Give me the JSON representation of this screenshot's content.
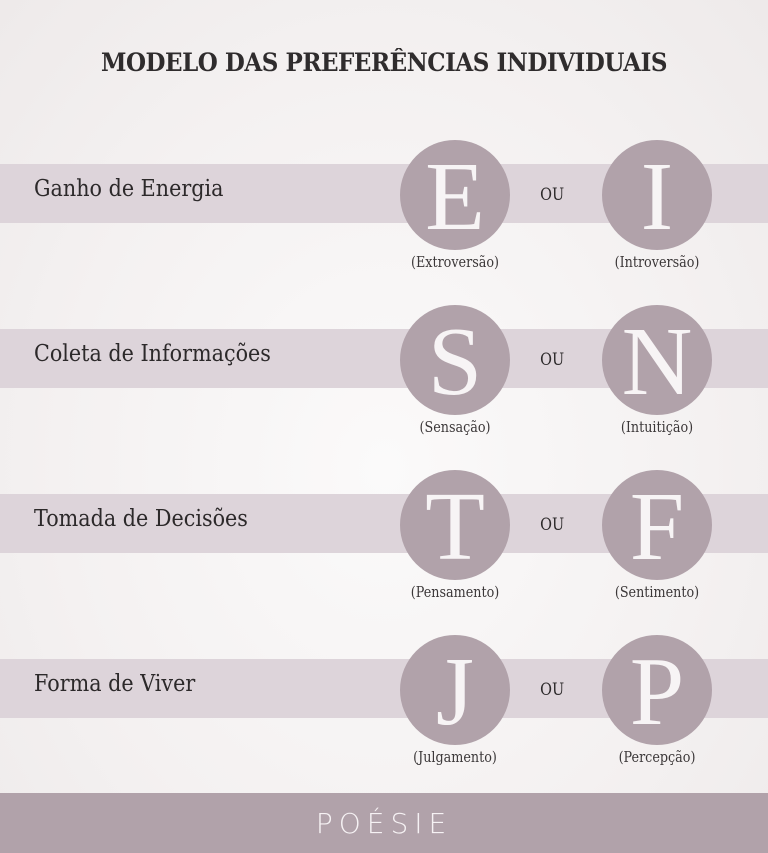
{
  "title": "MODELO DAS PREFERÊNCIAS INDIVIDUAIS",
  "connector": "OU",
  "rows": [
    {
      "label": "Ganho de Energia",
      "left": {
        "letter": "E",
        "name": "(Extroversão)"
      },
      "right": {
        "letter": "I",
        "name": "(Introversão)"
      }
    },
    {
      "label": "Coleta de Informações",
      "left": {
        "letter": "S",
        "name": "(Sensação)"
      },
      "right": {
        "letter": "N",
        "name": "(Intuitição)"
      }
    },
    {
      "label": "Tomada de Decisões",
      "left": {
        "letter": "T",
        "name": "(Pensamento)"
      },
      "right": {
        "letter": "F",
        "name": "(Sentimento)"
      }
    },
    {
      "label": "Forma de Viver",
      "left": {
        "letter": "J",
        "name": "(Julgamento)"
      },
      "right": {
        "letter": "P",
        "name": "(Percepção)"
      }
    }
  ],
  "footer": {
    "brand": "POÉSIE"
  },
  "colors": {
    "band": "#ddd4da",
    "circle": "#b1a2aa",
    "footer": "#b1a2aa",
    "text": "#2c292a"
  }
}
